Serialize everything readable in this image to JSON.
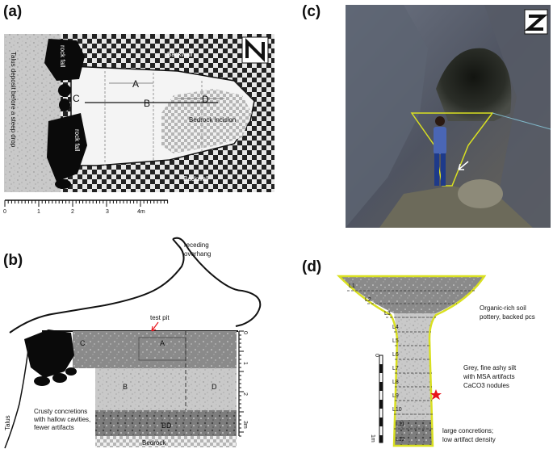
{
  "panels": {
    "a": {
      "label": "(a)",
      "talus_text": "Talus deposit before a steep drop",
      "rock_fall_top": "rock fall",
      "rock_fall_bottom": "rock fall",
      "backwall_top": "Backwall",
      "backwall_bottom": "Backwall",
      "bedrock_incision": "Bedrock incision",
      "area_a": "A",
      "area_b": "B",
      "area_c": "C",
      "area_d": "D",
      "scale_ticks": [
        "0",
        "1",
        "2",
        "3",
        "4m"
      ]
    },
    "b": {
      "label": "(b)",
      "receding_overhang": "receding\noverhang",
      "test_pit": "test pit",
      "talus": "Talus",
      "crusty_note": "Crusty concretions\nwith hallow cavities,\nfewer artifacts",
      "bedrock": "Bedrock",
      "area_a": "A",
      "area_b": "B",
      "area_c": "C",
      "area_d": "D",
      "area_bd": "BD",
      "scale_ticks": [
        "0",
        "1",
        "2",
        "3m"
      ]
    },
    "c": {
      "label": "(c)"
    },
    "d": {
      "label": "(d)",
      "layers": [
        "L1",
        "L2",
        "L3",
        "L4",
        "L5",
        "L6",
        "L7",
        "L8",
        "L9",
        "L10",
        "L11",
        "L12"
      ],
      "note_top": "Organic-rich soil\npottery, backed pcs",
      "note_mid": "Grey, fine ashy silt\nwith MSA artifacts\nCaCO3 nodules",
      "note_bottom": "large concretions;\nlow artifact density",
      "scale_ticks": [
        "0",
        "1m"
      ]
    }
  },
  "colors": {
    "outline_yellow": "#d9e021",
    "star_red": "#e8141c",
    "excavation_white": "#f2f2f2",
    "layer_dark": "#8a8a8a",
    "layer_light": "#c8c8c8"
  }
}
